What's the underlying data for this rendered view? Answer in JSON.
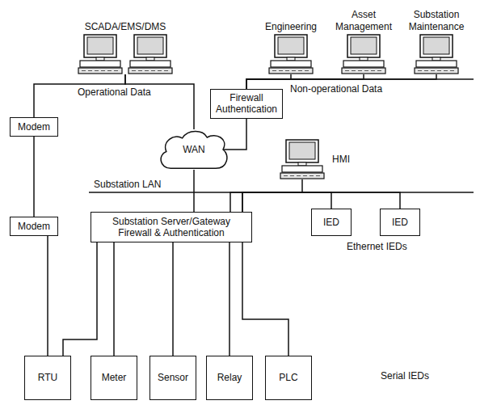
{
  "diagram": {
    "nodes": [
      {
        "text": [
          "SCADA/EMS/DMS"
        ]
      },
      {
        "text": [
          "Engineering"
        ]
      },
      {
        "text": [
          "Asset Management"
        ]
      },
      {
        "text": [
          "Substation Maintenance"
        ]
      },
      {
        "text": [
          "Modem"
        ]
      },
      {
        "text": [
          "Firewall Authentication"
        ]
      },
      {
        "text": [
          "WAN"
        ]
      },
      {
        "text": [
          "HMI"
        ]
      },
      {
        "text": [
          "Substation Server/Gateway Firewall & Authentication"
        ]
      },
      {
        "text": [
          "IED"
        ]
      },
      {
        "text": [
          "IED"
        ]
      },
      {
        "text": [
          "Modem"
        ]
      },
      {
        "text": [
          "RTU"
        ]
      },
      {
        "text": [
          "Meter"
        ]
      },
      {
        "text": [
          "Sensor"
        ]
      },
      {
        "text": [
          "Relay"
        ]
      },
      {
        "text": [
          "PLC"
        ]
      }
    ],
    "edges": [
      {
        "from": 0,
        "to": 4,
        "arrow": "none"
      },
      {
        "from": 0,
        "to": 6,
        "arrow": "none"
      },
      {
        "from": 1,
        "to": 5,
        "arrow": "none"
      },
      {
        "from": 2,
        "to": 5,
        "arrow": "none"
      },
      {
        "from": 3,
        "to": 5,
        "arrow": "none"
      },
      {
        "from": 5,
        "to": 6,
        "arrow": "none"
      },
      {
        "from": 4,
        "to": 11,
        "arrow": "none"
      },
      {
        "from": 6,
        "to": 8,
        "arrow": "none"
      },
      {
        "from": 7,
        "to": 8,
        "arrow": "none"
      },
      {
        "from": 8,
        "to": 9,
        "arrow": "none"
      },
      {
        "from": 8,
        "to": 10,
        "arrow": "none"
      },
      {
        "from": 11,
        "to": 12,
        "arrow": "none"
      },
      {
        "from": 8,
        "to": 12,
        "arrow": "none"
      },
      {
        "from": 8,
        "to": 13,
        "arrow": "none"
      },
      {
        "from": 8,
        "to": 14,
        "arrow": "none"
      },
      {
        "from": 8,
        "to": 15,
        "arrow": "none"
      },
      {
        "from": 8,
        "to": 16,
        "arrow": "none"
      }
    ],
    "labels": [
      "Operational Data",
      "Non-operational Data",
      "Substation LAN",
      "Ethernet IEDs",
      "Serial IEDs"
    ]
  }
}
